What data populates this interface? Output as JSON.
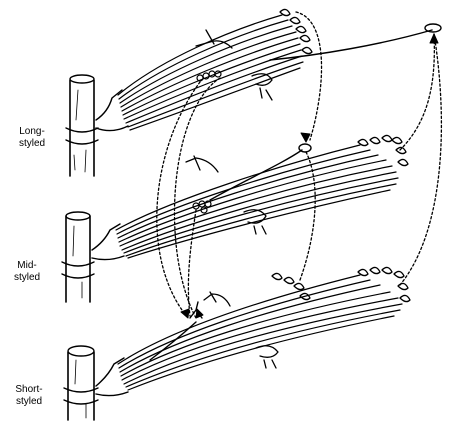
{
  "figure": {
    "labels": {
      "long": {
        "line1": "Long-",
        "line2": "styled"
      },
      "mid": {
        "line1": "Mid-",
        "line2": "styled"
      },
      "short": {
        "line1": "Short-",
        "line2": "styled"
      }
    },
    "ink_color": "#000000",
    "paper_color": "#ffffff"
  }
}
